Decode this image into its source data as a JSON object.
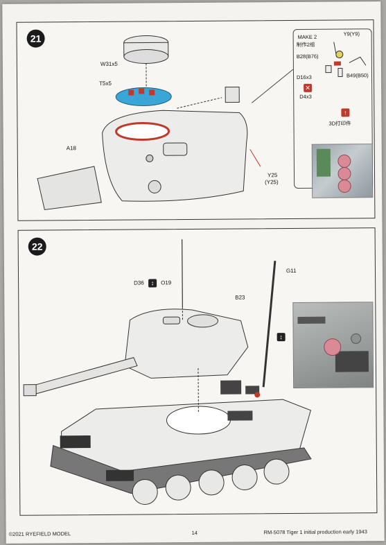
{
  "step21": {
    "number": "21",
    "labels": {
      "w31": "W31x5",
      "t5": "T5x5",
      "a18": "A18",
      "y25": "Y25",
      "y25b": "(Y25)",
      "make2": "MAKE 2",
      "make2_cn": "制作2组",
      "y9": "Y9(Y9)",
      "b28": "B28(B76)",
      "b49": "B49(B50)",
      "d16": "D16x3",
      "d4": "D4x3",
      "print3d": "3D打印件"
    }
  },
  "step22": {
    "number": "22",
    "labels": {
      "d36": "D36",
      "o19": "O19",
      "g11": "G11",
      "b23": "B23"
    }
  },
  "footer": {
    "copyright": "©2021 RYEFIELD MODEL",
    "page": "14",
    "product": "RM-5078  Tiger 1 initial production early 1943"
  },
  "colors": {
    "highlight_red": "#c0392b",
    "highlight_blue": "#3aa6d8",
    "photo_pink": "#d98a95"
  }
}
